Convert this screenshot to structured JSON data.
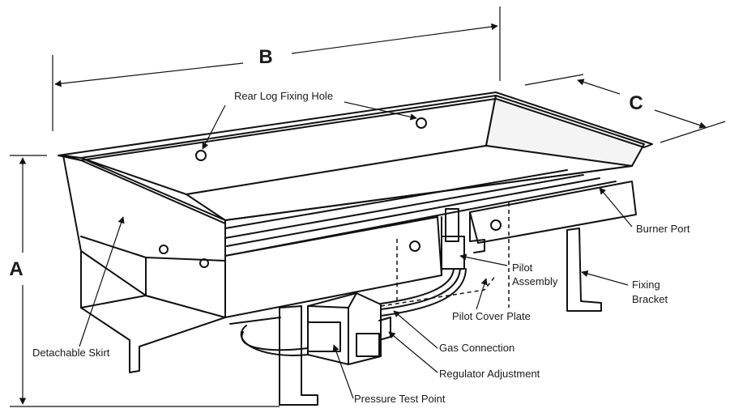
{
  "dimensions": {
    "a": "A",
    "b": "B",
    "c": "C"
  },
  "labels": {
    "rear_log_fixing_hole": "Rear Log Fixing Hole",
    "burner_port": "Burner Port",
    "pilot_assembly_line1": "Pilot",
    "pilot_assembly_line2": "Assembly",
    "fixing_bracket_line1": "Fixing",
    "fixing_bracket_line2": "Bracket",
    "pilot_cover_plate": "Pilot Cover Plate",
    "detachable_skirt": "Detachable Skirt",
    "gas_connection": "Gas Connection",
    "regulator_adjustment": "Regulator Adjustment",
    "pressure_test_point": "Pressure Test Point"
  }
}
